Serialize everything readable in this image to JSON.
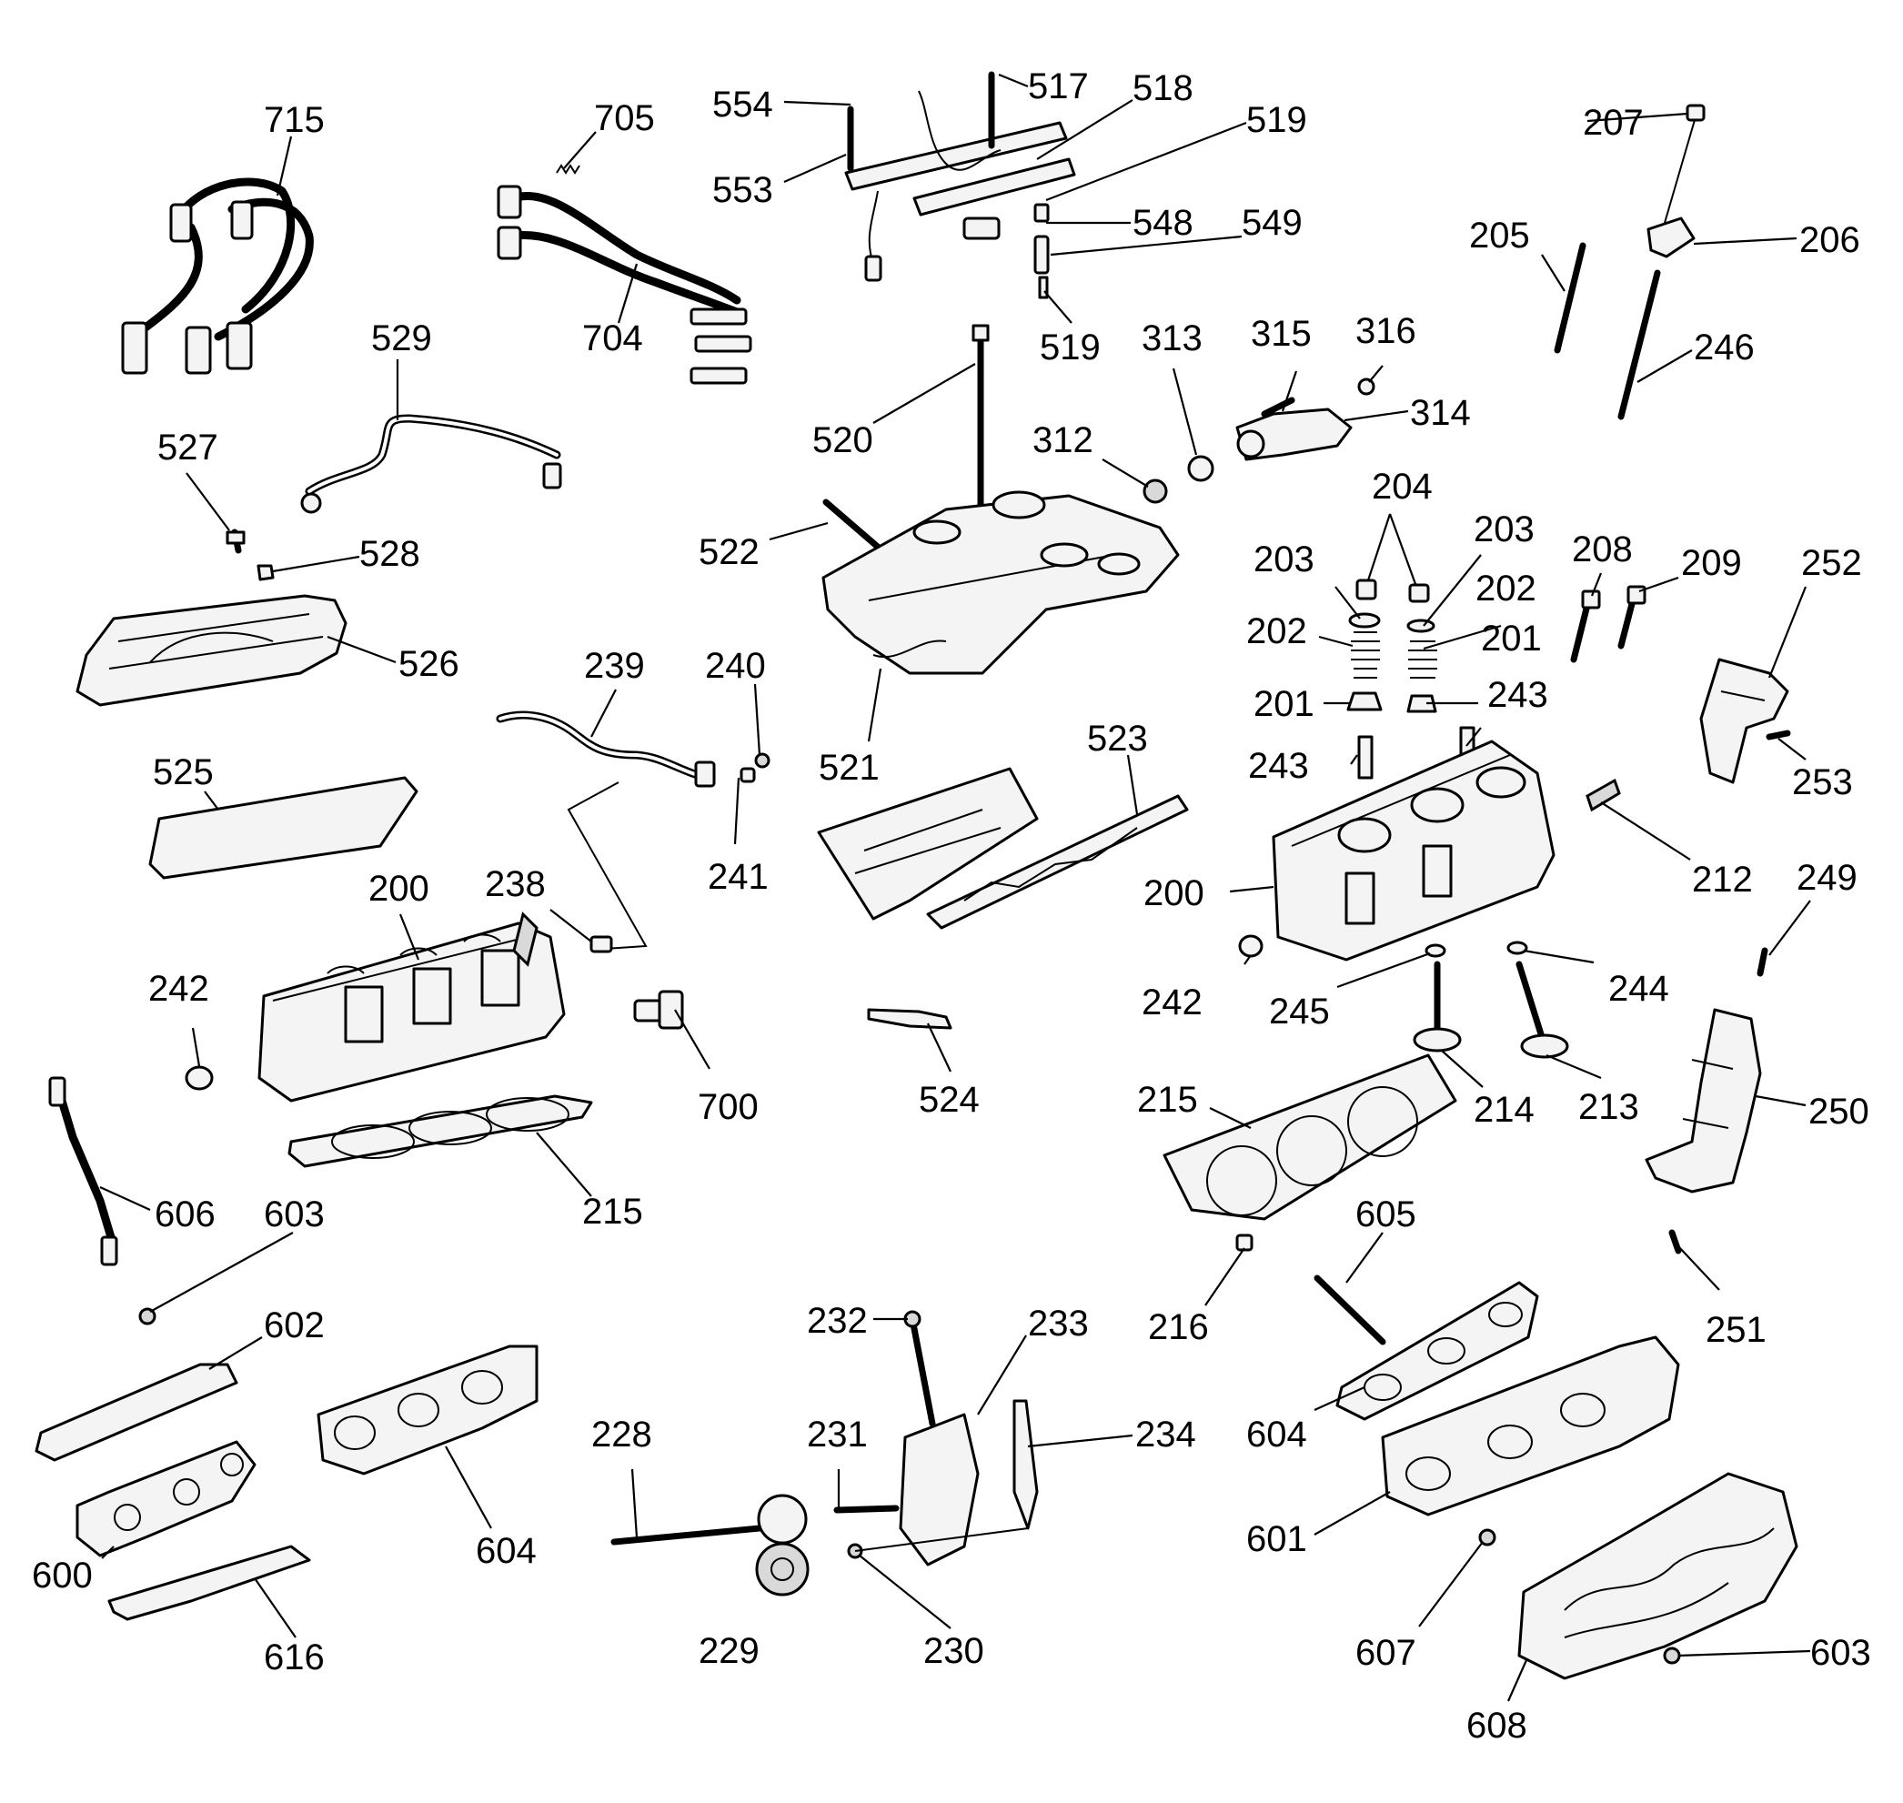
{
  "callouts": [
    {
      "id": "c715",
      "text": "715"
    },
    {
      "id": "c705",
      "text": "705"
    },
    {
      "id": "c704",
      "text": "704"
    },
    {
      "id": "c554",
      "text": "554"
    },
    {
      "id": "c553",
      "text": "553"
    },
    {
      "id": "c517",
      "text": "517"
    },
    {
      "id": "c518",
      "text": "518"
    },
    {
      "id": "c519a",
      "text": "519"
    },
    {
      "id": "c548",
      "text": "548"
    },
    {
      "id": "c549",
      "text": "549"
    },
    {
      "id": "c519b",
      "text": "519"
    },
    {
      "id": "c207",
      "text": "207"
    },
    {
      "id": "c205",
      "text": "205"
    },
    {
      "id": "c206",
      "text": "206"
    },
    {
      "id": "c246",
      "text": "246"
    },
    {
      "id": "c529",
      "text": "529"
    },
    {
      "id": "c527",
      "text": "527"
    },
    {
      "id": "c528",
      "text": "528"
    },
    {
      "id": "c526",
      "text": "526"
    },
    {
      "id": "c520",
      "text": "520"
    },
    {
      "id": "c313",
      "text": "313"
    },
    {
      "id": "c315",
      "text": "315"
    },
    {
      "id": "c316",
      "text": "316"
    },
    {
      "id": "c314",
      "text": "314"
    },
    {
      "id": "c312",
      "text": "312"
    },
    {
      "id": "c522",
      "text": "522"
    },
    {
      "id": "c204",
      "text": "204"
    },
    {
      "id": "c203a",
      "text": "203"
    },
    {
      "id": "c203b",
      "text": "203"
    },
    {
      "id": "c208",
      "text": "208"
    },
    {
      "id": "c209",
      "text": "209"
    },
    {
      "id": "c252",
      "text": "252"
    },
    {
      "id": "c202a",
      "text": "202"
    },
    {
      "id": "c202b",
      "text": "202"
    },
    {
      "id": "c201a",
      "text": "201"
    },
    {
      "id": "c201b",
      "text": "201"
    },
    {
      "id": "c243a",
      "text": "243"
    },
    {
      "id": "c243b",
      "text": "243"
    },
    {
      "id": "c239",
      "text": "239"
    },
    {
      "id": "c240",
      "text": "240"
    },
    {
      "id": "c521",
      "text": "521"
    },
    {
      "id": "c525",
      "text": "525"
    },
    {
      "id": "c241",
      "text": "241"
    },
    {
      "id": "c523",
      "text": "523"
    },
    {
      "id": "c253",
      "text": "253"
    },
    {
      "id": "c200a",
      "text": "200"
    },
    {
      "id": "c238",
      "text": "238"
    },
    {
      "id": "c200b",
      "text": "200"
    },
    {
      "id": "c212",
      "text": "212"
    },
    {
      "id": "c249",
      "text": "249"
    },
    {
      "id": "c242a",
      "text": "242"
    },
    {
      "id": "c242b",
      "text": "242"
    },
    {
      "id": "c245",
      "text": "245"
    },
    {
      "id": "c244",
      "text": "244"
    },
    {
      "id": "c700",
      "text": "700"
    },
    {
      "id": "c524",
      "text": "524"
    },
    {
      "id": "c215a",
      "text": "215"
    },
    {
      "id": "c214",
      "text": "214"
    },
    {
      "id": "c213",
      "text": "213"
    },
    {
      "id": "c250",
      "text": "250"
    },
    {
      "id": "c606",
      "text": "606"
    },
    {
      "id": "c603a",
      "text": "603"
    },
    {
      "id": "c215b",
      "text": "215"
    },
    {
      "id": "c605",
      "text": "605"
    },
    {
      "id": "c216",
      "text": "216"
    },
    {
      "id": "c251",
      "text": "251"
    },
    {
      "id": "c602",
      "text": "602"
    },
    {
      "id": "c232",
      "text": "232"
    },
    {
      "id": "c233",
      "text": "233"
    },
    {
      "id": "c228",
      "text": "228"
    },
    {
      "id": "c231",
      "text": "231"
    },
    {
      "id": "c234",
      "text": "234"
    },
    {
      "id": "c604a",
      "text": "604"
    },
    {
      "id": "c601",
      "text": "601"
    },
    {
      "id": "c600",
      "text": "600"
    },
    {
      "id": "c604b",
      "text": "604"
    },
    {
      "id": "c616",
      "text": "616"
    },
    {
      "id": "c229",
      "text": "229"
    },
    {
      "id": "c230",
      "text": "230"
    },
    {
      "id": "c607",
      "text": "607"
    },
    {
      "id": "c603b",
      "text": "603"
    },
    {
      "id": "c608",
      "text": "608"
    }
  ]
}
